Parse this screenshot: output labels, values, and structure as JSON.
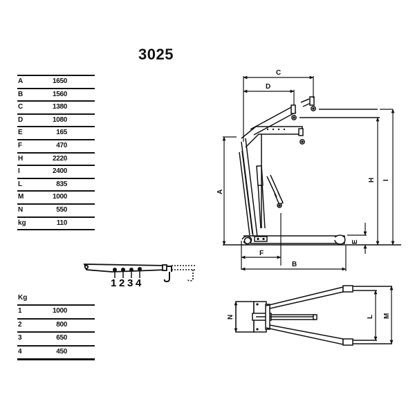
{
  "title": "3025",
  "specifications": [
    {
      "key": "A",
      "value": "1650"
    },
    {
      "key": "B",
      "value": "1560"
    },
    {
      "key": "C",
      "value": "1380"
    },
    {
      "key": "D",
      "value": "1080"
    },
    {
      "key": "E",
      "value": "165"
    },
    {
      "key": "F",
      "value": "470"
    },
    {
      "key": "H",
      "value": "2220"
    },
    {
      "key": "I",
      "value": "2400"
    },
    {
      "key": "L",
      "value": "835"
    },
    {
      "key": "M",
      "value": "1000"
    },
    {
      "key": "N",
      "value": "550"
    },
    {
      "key": "kg",
      "value": "110"
    }
  ],
  "load_table": {
    "header": "Kg",
    "rows": [
      {
        "position": "1",
        "capacity": "1000"
      },
      {
        "position": "2",
        "800": null,
        "capacity": "800"
      },
      {
        "position": "3",
        "capacity": "650"
      },
      {
        "position": "4",
        "capacity": "450"
      }
    ]
  },
  "boom_diagram": {
    "positions": [
      "1",
      "2",
      "3",
      "4"
    ]
  },
  "side_view": {
    "dimension_labels": {
      "A": "A",
      "B": "B",
      "C": "C",
      "D": "D",
      "E": "E",
      "F": "F",
      "H": "H",
      "I": "I"
    }
  },
  "top_view": {
    "dimension_labels": {
      "N": "N",
      "L": "L",
      "M": "M"
    }
  }
}
